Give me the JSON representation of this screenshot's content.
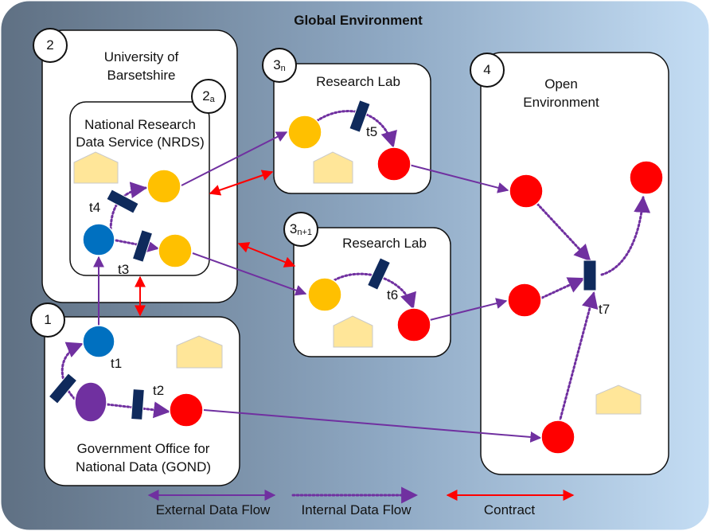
{
  "title": "Global Environment",
  "colors": {
    "bg_left": "#5f7083",
    "bg_right": "#bfdaf2",
    "external_flow": "#7030a0",
    "internal_flow": "#7030a0",
    "contract": "#ff0000",
    "blue_node": "#0070c0",
    "yellow_node": "#ffc000",
    "red_node": "#ff0000",
    "purple_node": "#7030a0",
    "transform": "#0f2a5c",
    "house": "#ffe699"
  },
  "boxes": {
    "university": {
      "badge": "2",
      "label_line1": "University of",
      "label_line2": "Barsetshire"
    },
    "nrds": {
      "badge_main": "2",
      "badge_sub": "a",
      "label_line1": "National Research",
      "label_line2": "Data Service (NRDS)"
    },
    "gond": {
      "badge": "1",
      "label_line1": "Government Office for",
      "label_line2": "National Data (GOND)"
    },
    "lab_n": {
      "badge_main": "3",
      "badge_sub": "n",
      "label": "Research Lab"
    },
    "lab_n1": {
      "badge_main": "3",
      "badge_sub": "n+1",
      "label": "Research Lab"
    },
    "open": {
      "badge": "4",
      "label_line1": "Open",
      "label_line2": "Environment"
    }
  },
  "transforms": {
    "t1": "t1",
    "t2": "t2",
    "t3": "t3",
    "t4": "t4",
    "t5": "t5",
    "t6": "t6",
    "t7": "t7"
  },
  "legend": {
    "external": "External Data Flow",
    "internal": "Internal  Data Flow",
    "contract": "Contract"
  }
}
